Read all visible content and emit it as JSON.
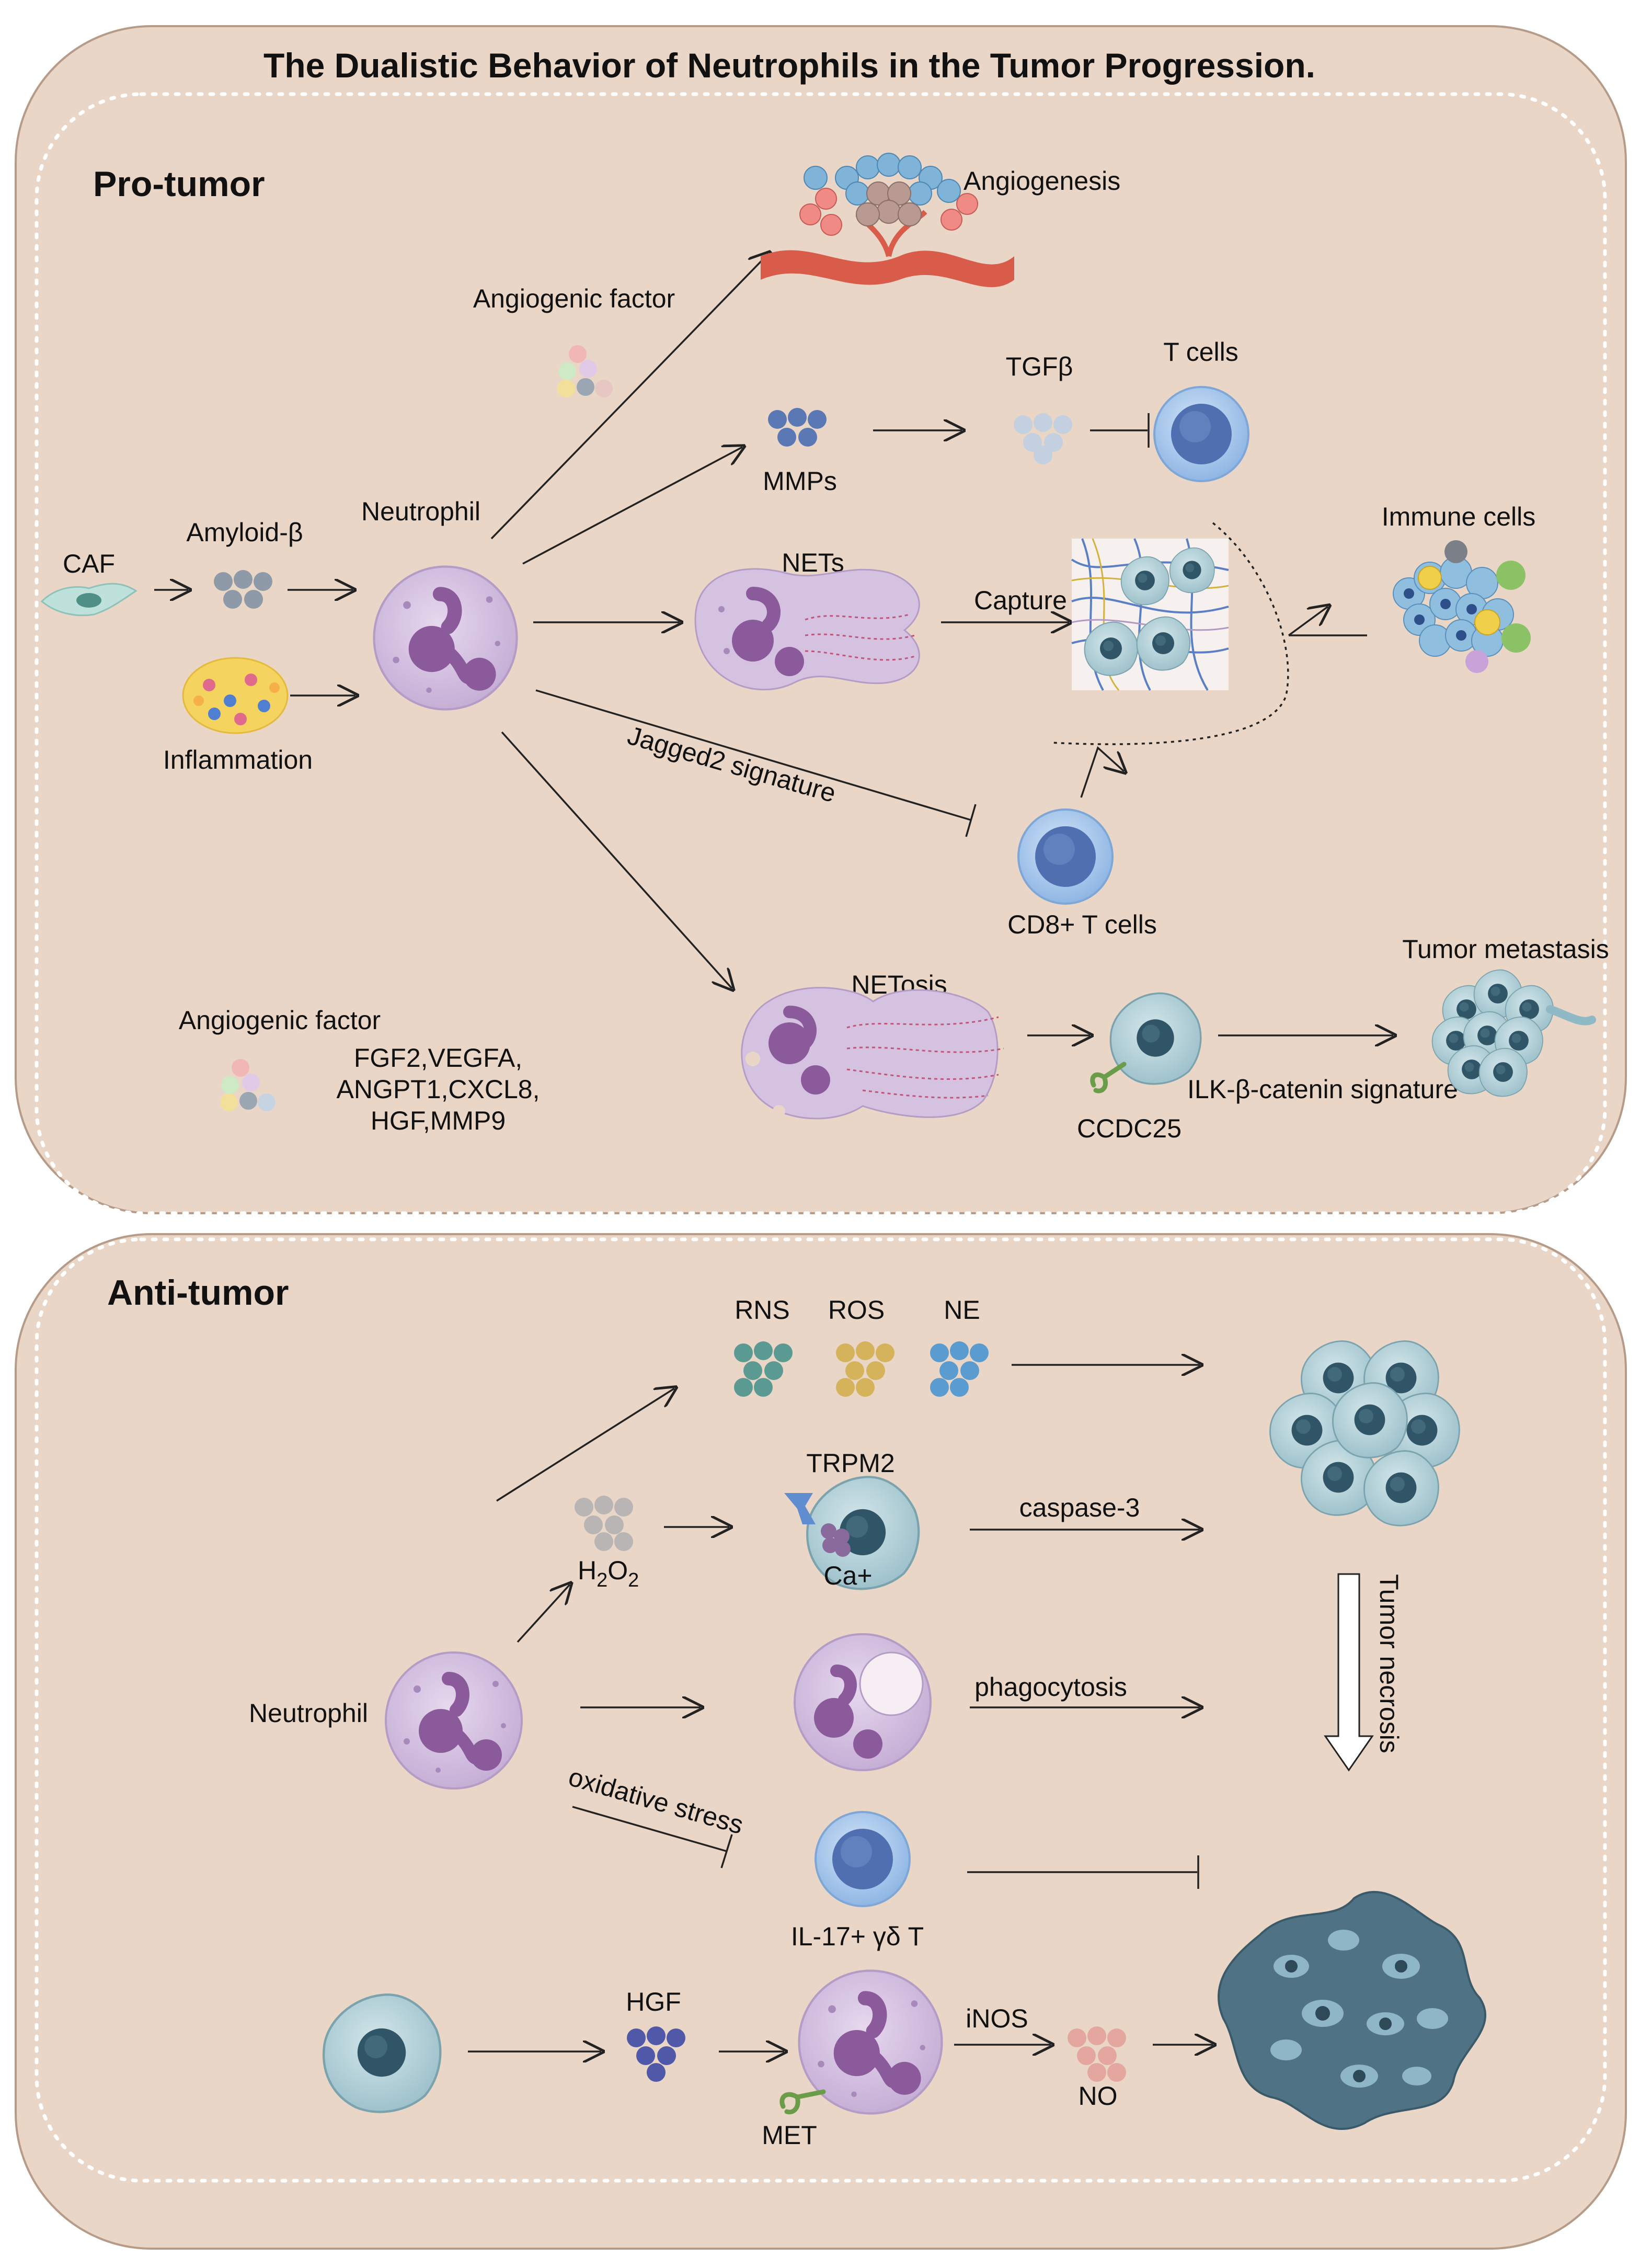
{
  "title": "The Dualistic Behavior of Neutrophils in the Tumor Progression.",
  "colors": {
    "background": "#e9d6c6",
    "neutrophil": "#d5c2e1",
    "nucleus": "#8b5a9a",
    "tcell": "#a9c8ec",
    "tumor": "#b7d2d9",
    "necrotic": "#4f7384"
  },
  "pro": {
    "heading": "Pro-tumor",
    "labels": {
      "caf": "CAF",
      "amyloid": "Amyloid-β",
      "inflammation": "Inflammation",
      "neutrophil": "Neutrophil",
      "angiogenic_factor": "Angiogenic factor",
      "angiogenesis": "Angiogenesis",
      "mmps": "MMPs",
      "tgfb": "TGFβ",
      "tcells": "T cells",
      "nets": "NETs",
      "capture": "Capture",
      "immune_cells": "Immune cells",
      "jagged2": "Jagged2 signature",
      "cd8": "CD8+ T cells",
      "netosis": "NETosis",
      "tumor_metastasis": "Tumor metastasis",
      "ilk": "ILK-β-catenin signature",
      "ccdc25": "CCDC25",
      "angio_factor_list_title": "Angiogenic factor",
      "factor_line1": "FGF2,VEGFA,",
      "factor_line2": "ANGPT1,CXCL8,",
      "factor_line3": "HGF,MMP9"
    }
  },
  "anti": {
    "heading": "Anti-tumor",
    "labels": {
      "rns": "RNS",
      "ros": "ROS",
      "ne": "NE",
      "trpm2": "TRPM2",
      "h2o2_main": "H",
      "h2o2_sub1": "2",
      "h2o2_mid": "O",
      "h2o2_sub2": "2",
      "ca": "Ca+",
      "caspase": "caspase-3",
      "neutrophil": "Neutrophil",
      "phagocytosis": "phagocytosis",
      "tumor_necrosis": "Tumor necrosis",
      "oxidative_stress": "oxidative stress",
      "il17": "IL-17+ γδ T",
      "hgf": "HGF",
      "met": "MET",
      "inos": "iNOS",
      "no": "NO"
    }
  }
}
